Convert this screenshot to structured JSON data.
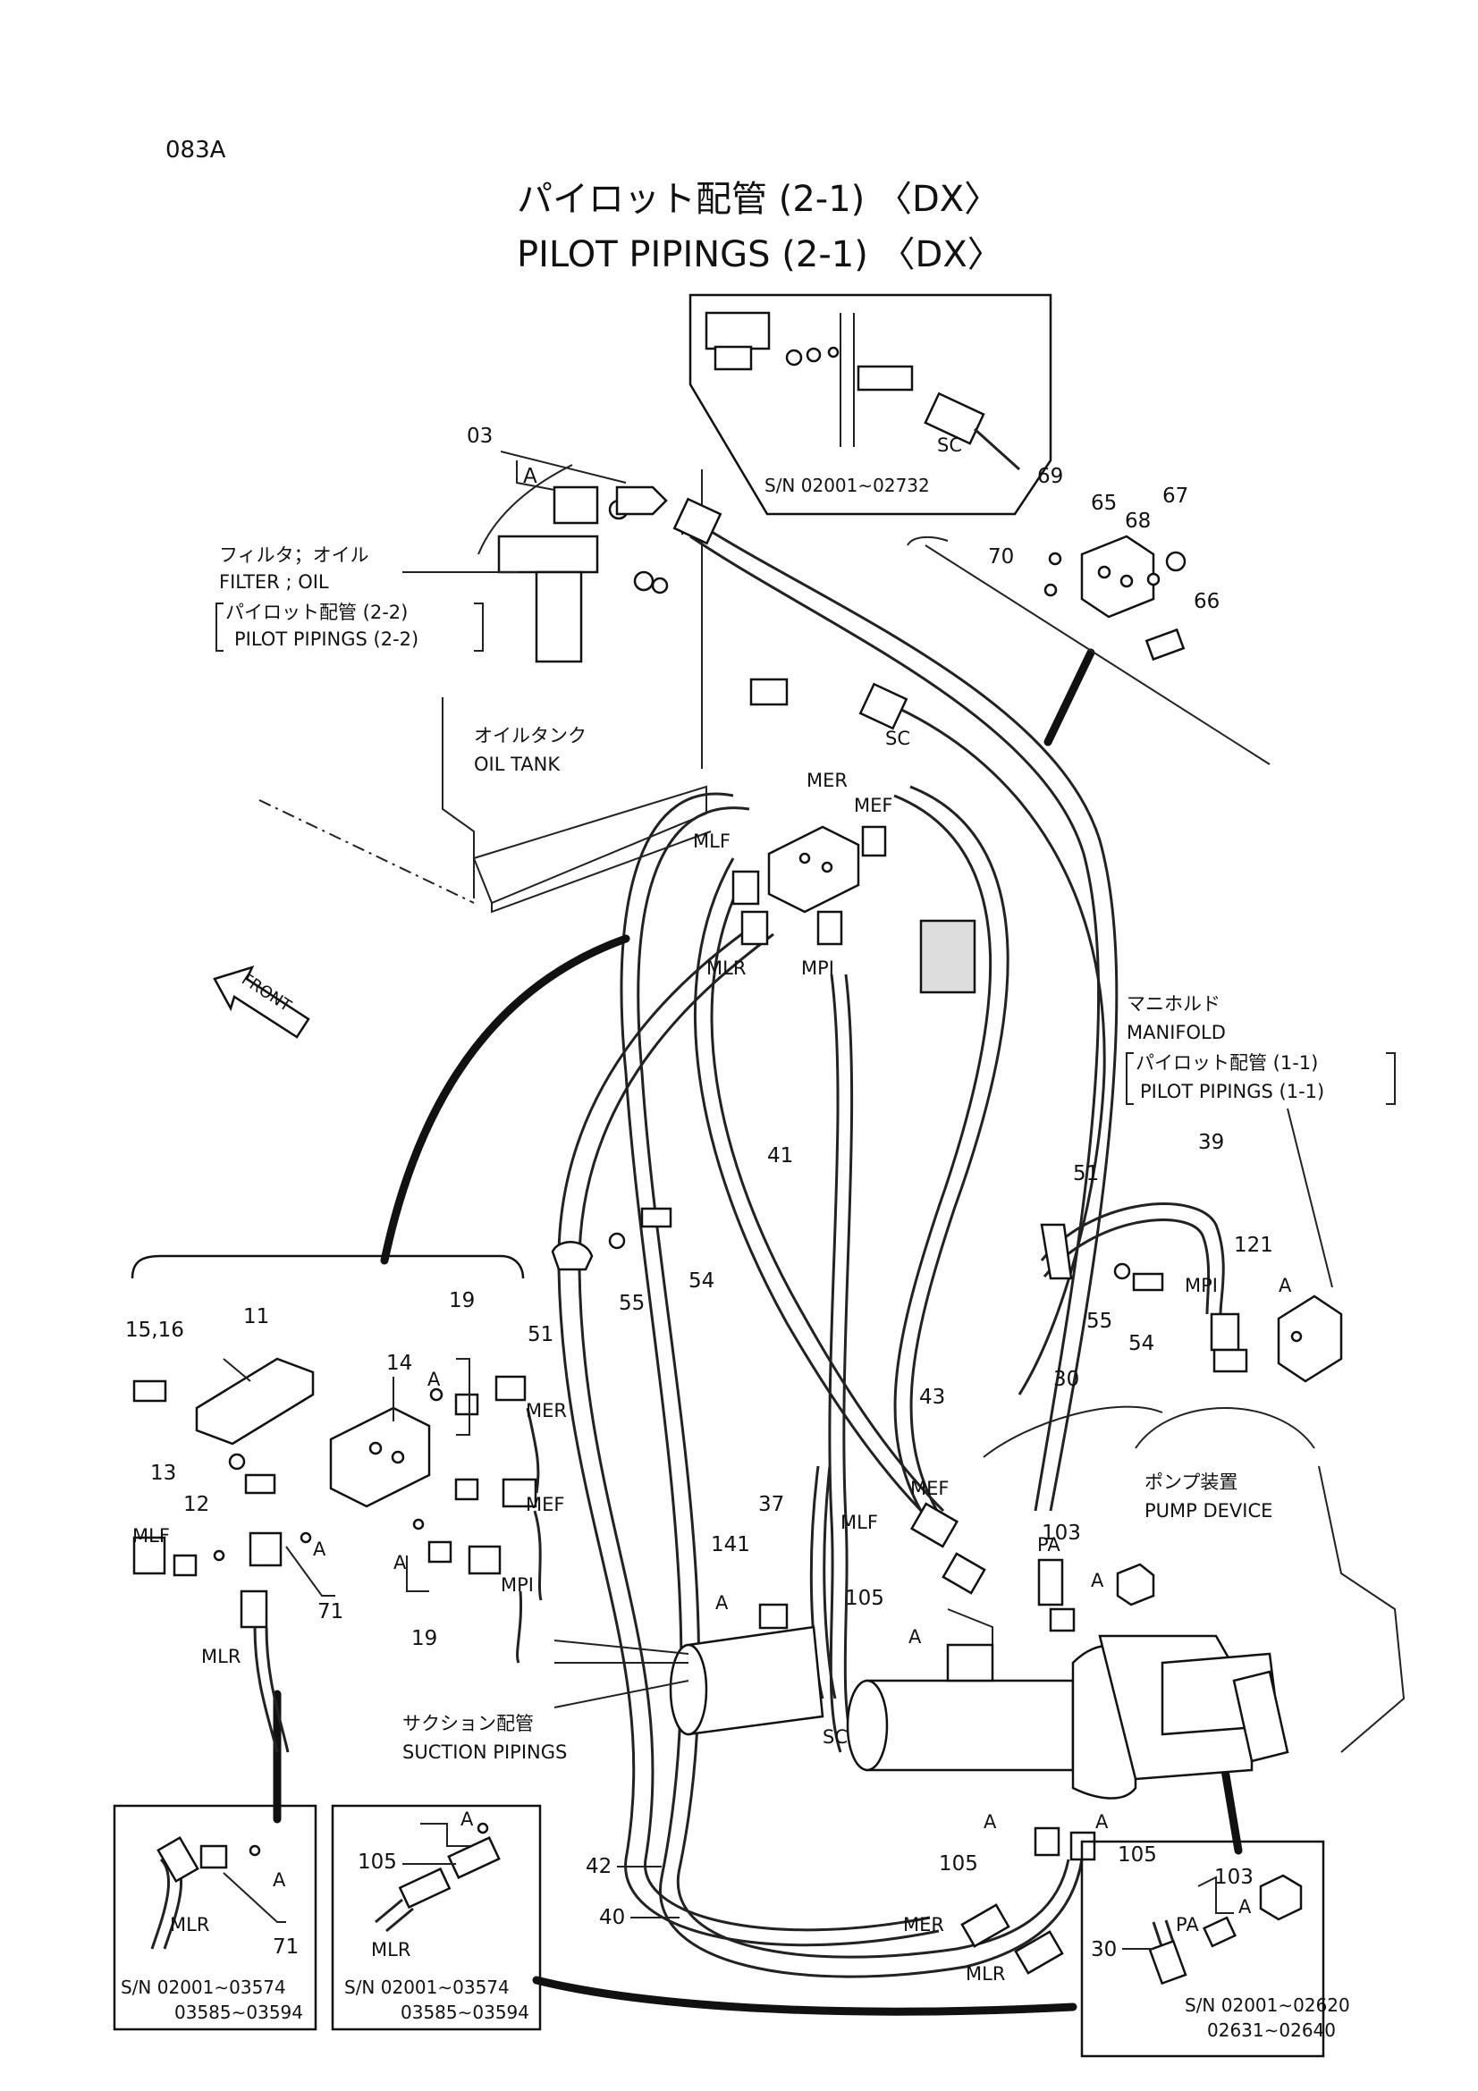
{
  "page": {
    "code": "083A",
    "title_jp": "パイロット配管 (2-1) 〈DX〉",
    "title_en": "PILOT PIPINGS (2-1) 〈DX〉"
  },
  "labels": {
    "filter_jp": "フィルタ；オイル",
    "filter_en": "FILTER ; OIL",
    "filter_ref_jp": "パイロット配管 (2-2)",
    "filter_ref_en": "PILOT PIPINGS (2-2)",
    "tank_jp": "オイルタンク",
    "tank_en": "OIL TANK",
    "front": "FRONT",
    "manifold_jp": "マニホルド",
    "manifold_en": "MANIFOLD",
    "manifold_ref_jp": "パイロット配管 (1-1)",
    "manifold_ref_en": "PILOT PIPINGS (1-1)",
    "pump_jp": "ポンプ装置",
    "pump_en": "PUMP DEVICE",
    "suction_jp": "サクション配管",
    "suction_en": "SUCTION PIPINGS"
  },
  "ports": {
    "pa": "PA",
    "sc": "SC",
    "mer": "MER",
    "mef": "MEF",
    "mlf": "MLF",
    "mlr": "MLR",
    "mpi": "MPI",
    "a": "A"
  },
  "part_numbers": {
    "p03": "03",
    "p11": "11",
    "p12": "12",
    "p13": "13",
    "p14": "14",
    "p15_16": "15,16",
    "p19": "19",
    "p30": "30",
    "p37": "37",
    "p39": "39",
    "p40": "40",
    "p41": "41",
    "p42": "42",
    "p43": "43",
    "p51": "51",
    "p54": "54",
    "p55": "55",
    "p65": "65",
    "p66": "66",
    "p67": "67",
    "p68": "68",
    "p69": "69",
    "p70": "70",
    "p71": "71",
    "p103": "103",
    "p105": "105",
    "p121": "121",
    "p141": "141"
  },
  "serials": {
    "top_inset": "S/N 02001∼02732",
    "inset1_line1": "S/N  02001∼03574",
    "inset1_line2": "03585∼03594",
    "inset2_line1": "S/N  02001∼03574",
    "inset2_line2": "03585∼03594",
    "inset3_line1": "S/N  02001∼02620",
    "inset3_line2": "02631∼02640"
  }
}
